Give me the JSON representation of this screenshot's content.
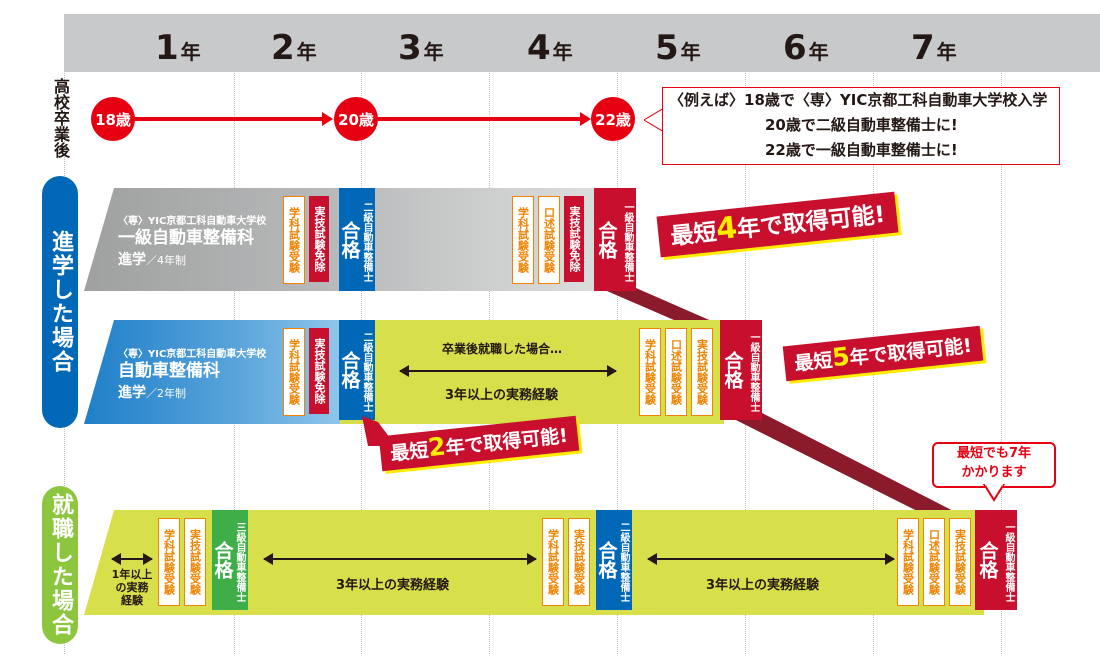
{
  "years": [
    {
      "num": "1",
      "unit": "年"
    },
    {
      "num": "2",
      "unit": "年"
    },
    {
      "num": "3",
      "unit": "年"
    },
    {
      "num": "4",
      "unit": "年"
    },
    {
      "num": "5",
      "unit": "年"
    },
    {
      "num": "6",
      "unit": "年"
    },
    {
      "num": "7",
      "unit": "年"
    }
  ],
  "timeline": {
    "label": "高校卒業後",
    "ages": [
      "18歳",
      "20歳",
      "22歳"
    ],
    "example": {
      "line1": "〈例えば〉18歳で〈専〉YIC京都工科自動車大学校入学",
      "line2": "20歳で二級自動車整備士に!",
      "line3": "22歳で一級自動車整備士に!"
    }
  },
  "sections": {
    "shingaku": "進学した場合",
    "shushoku": "就職した場合"
  },
  "rows": {
    "r1": {
      "school": "〈専〉YIC京都工科自動車大学校",
      "dept": "一級自動車整備科",
      "sub": "進学",
      "sub_small": "／4年制",
      "written": "学科試験受験",
      "practical_exempt": "実技試験免除",
      "pass2_big": "合格",
      "pass2_small": "二級自動車整備士",
      "written2": "学科試験受験",
      "oral": "口述試験受験",
      "practical_exempt2": "実技試験免除",
      "pass1_big": "合格",
      "pass1_small": "一級自動車整備士",
      "banner_pre": "最短",
      "banner_num": "4",
      "banner_post": "年で取得可能!"
    },
    "r2": {
      "school": "〈専〉YIC京都工科自動車大学校",
      "dept": "自動車整備科",
      "sub": "進学",
      "sub_small": "／2年制",
      "written": "学科試験受験",
      "practical_exempt": "実技試験免除",
      "pass2_big": "合格",
      "pass2_small": "二級自動車整備士",
      "after_grad": "卒業後就職した場合…",
      "experience": "3年以上の実務経験",
      "written2": "学科試験受験",
      "oral": "口述試験受験",
      "practical": "実技試験受験",
      "pass1_big": "合格",
      "pass1_small": "一級自動車整備士",
      "banner2_pre": "最短",
      "banner2_num": "2",
      "banner2_post": "年で取得可能!",
      "banner5_pre": "最短",
      "banner5_num": "5",
      "banner5_post": "年で取得可能!"
    },
    "r3": {
      "exp1_a": "1年以上",
      "exp1_b": "の実務",
      "exp1_c": "経験",
      "written": "学科試験受験",
      "practical": "実技試験受験",
      "pass3_big": "合格",
      "pass3_small": "三級自動車整備士",
      "experience_a": "3年以上の実務経験",
      "written2": "学科試験受験",
      "practical2": "実技試験受験",
      "pass2_big": "合格",
      "pass2_small": "二級自動車整備士",
      "experience_b": "3年以上の実務経験",
      "written3": "学科試験受験",
      "oral": "口述試験受験",
      "practical3": "実技試験受験",
      "pass1_big": "合格",
      "pass1_small": "一級自動車整備士",
      "bubble_1": "最短でも7年",
      "bubble_2": "かかります"
    }
  },
  "colors": {
    "red": "#e60012",
    "dark_red": "#c8102e",
    "blue": "#0068b7",
    "green": "#3fae49",
    "lime": "#d7e04a",
    "orange": "#f08300",
    "gray": "#c8c9ca"
  }
}
